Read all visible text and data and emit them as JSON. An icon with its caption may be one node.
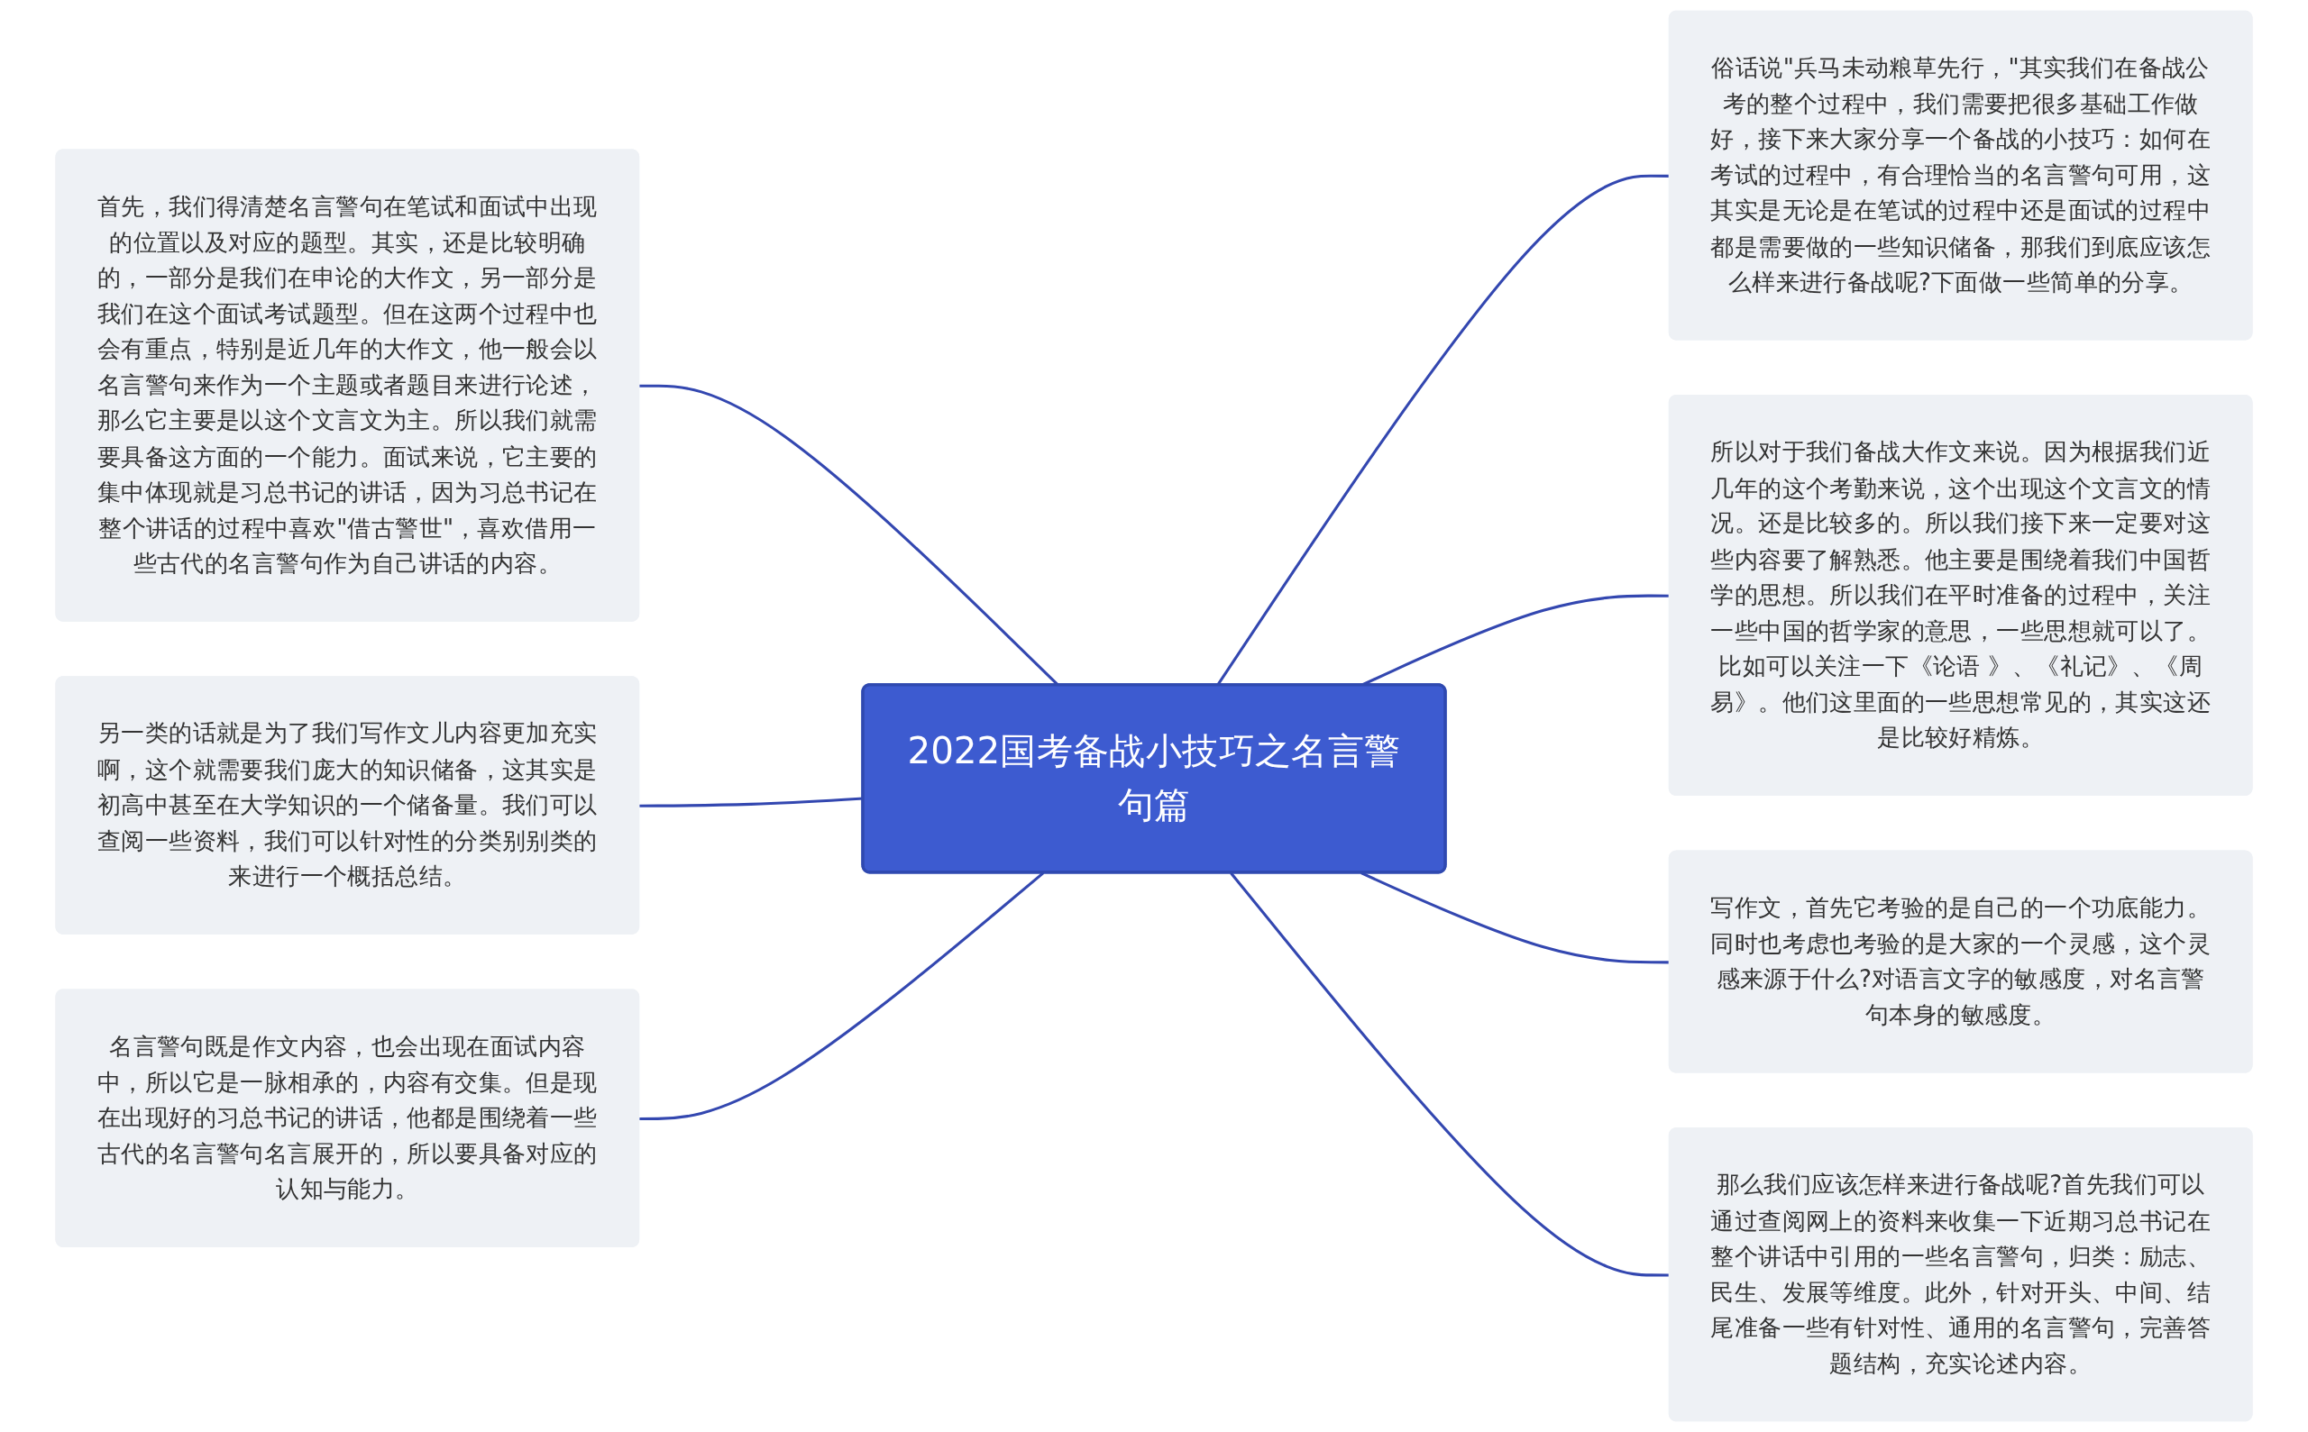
{
  "diagram": {
    "nodes": [
      {
        "text": [
          "2022国考备战小技巧之名言警句篇"
        ]
      },
      {
        "text": [
          "首先，我们得清楚名言警句在笔试和面试中出现的位置以及对应的题型。其实，还是比较明确的，一部分是我们在申论的大作文，另一部分是我们在这个面试考试题型。但在这两个过程中也会有重点，特别是近几年的大作文，他一般会以名言警句来作为一个主题或者题目来进行论述，那么它主要是以这个文言文为主。所以我们就需要具备这方面的一个能力。面试来说，它主要的集中体现就是习总书记的讲话，因为习总书记在整个讲话的过程中喜欢\"借古警世\"，喜欢借用一些古代的名言警句作为自己讲话的内容。"
        ]
      },
      {
        "text": [
          "另一类的话就是为了我们写作文儿内容更加充实啊，这个就需要我们庞大的知识储备，这其实是初高中甚至在大学知识的一个储备量。我们可以查阅一些资料，我们可以针对性的分类别别类的来进行一个概括总结。"
        ]
      },
      {
        "text": [
          "名言警句既是作文内容，也会出现在面试内容中，所以它是一脉相承的，内容有交集。但是现在出现好的习总书记的讲话，他都是围绕着一些古代的名言警句名言展开的，所以要具备对应的认知与能力。"
        ]
      },
      {
        "text": [
          "俗话说\"兵马未动粮草先行，\"其实我们在备战公考的整个过程中，我们需要把很多基础工作做好，接下来大家分享一个备战的小技巧：如何在考试的过程中，有合理恰当的名言警句可用，这其实是无论是在笔试的过程中还是面试的过程中都是需要做的一些知识储备，那我们到底应该怎么样来进行备战呢?下面做一些简单的分享。"
        ]
      },
      {
        "text": [
          "所以对于我们备战大作文来说。因为根据我们近几年的这个考勤来说，这个出现这个文言文的情况。还是比较多的。所以我们接下来一定要对这些内容要了解熟悉。他主要是围绕着我们中国哲学的思想。所以我们在平时准备的过程中，关注一些中国的哲学家的意思，一些思想就可以了。比如可以关注一下《论语 》、《礼记》、《周易》。他们这里面的一些思想常见的，其实这还是比较好精炼。"
        ]
      },
      {
        "text": [
          "写作文，首先它考验的是自己的一个功底能力。同时也考虑也考验的是大家的一个灵感，这个灵感来源于什么?对语言文字的敏感度，对名言警句本身的敏感度。"
        ]
      },
      {
        "text": [
          "那么我们应该怎样来进行备战呢?首先我们可以通过查阅网上的资料来收集一下近期习总书记在整个讲话中引用的一些名言警句，归类：励志、民生、发展等维度。此外，针对开头、中间、结尾准备一些有针对性、通用的名言警句，完善答题结构，充实论述内容。"
        ]
      }
    ],
    "edges": [
      {
        "from": 0,
        "to": 1,
        "arrow": "none"
      },
      {
        "from": 0,
        "to": 2,
        "arrow": "none"
      },
      {
        "from": 0,
        "to": 3,
        "arrow": "none"
      },
      {
        "from": 0,
        "to": 4,
        "arrow": "none"
      },
      {
        "from": 0,
        "to": 5,
        "arrow": "none"
      },
      {
        "from": 0,
        "to": 6,
        "arrow": "none"
      },
      {
        "from": 0,
        "to": 7,
        "arrow": "none"
      }
    ]
  }
}
